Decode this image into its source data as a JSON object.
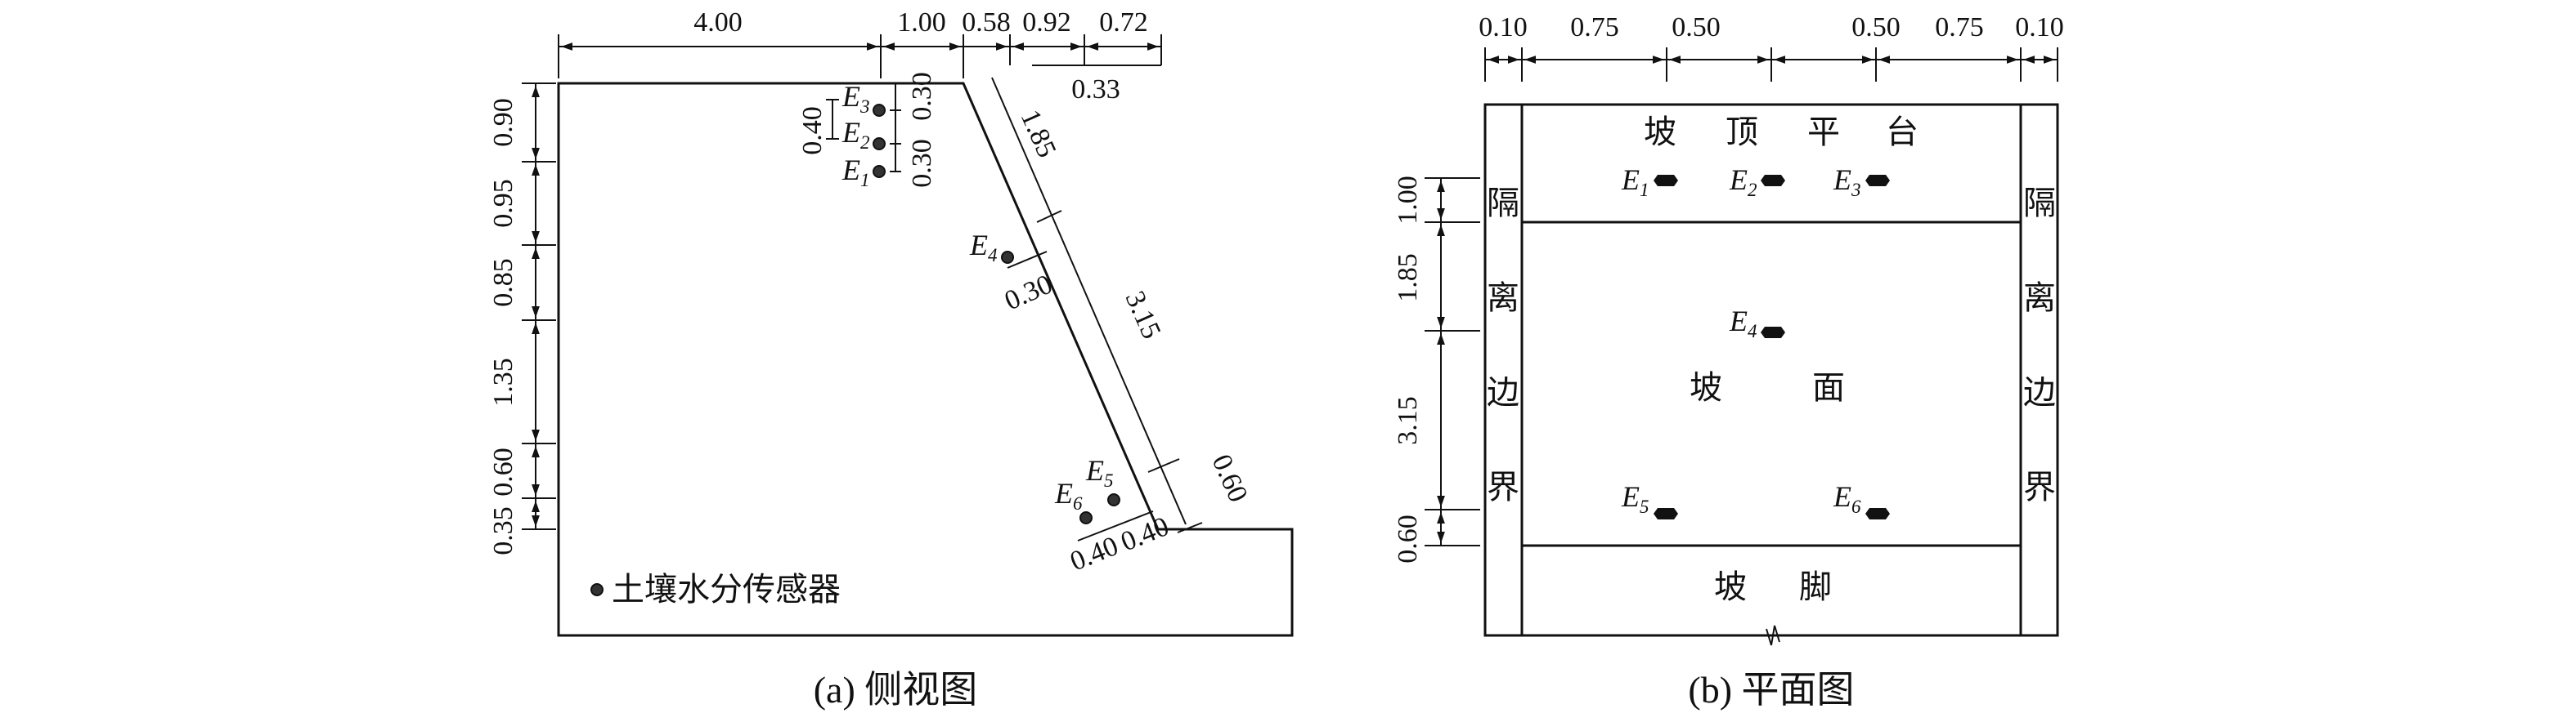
{
  "side_view": {
    "caption": "(a) 侧视图",
    "top_dims": [
      "4.00",
      "1.00",
      "0.58",
      "0.92",
      "0.72"
    ],
    "sub_dim": "0.33",
    "left_dims": [
      "0.90",
      "0.95",
      "0.85",
      "1.35",
      "0.60",
      "0.35"
    ],
    "slope_dims": [
      "1.85",
      "3.15",
      "0.60",
      "0.30"
    ],
    "sensor_dims": [
      "0.40",
      "0.30",
      "0.30"
    ],
    "toe_dims": [
      "0.40",
      "0.40"
    ],
    "sensors": [
      {
        "letter": "E",
        "sub": "3"
      },
      {
        "letter": "E",
        "sub": "2"
      },
      {
        "letter": "E",
        "sub": "1"
      },
      {
        "letter": "E",
        "sub": "4"
      },
      {
        "letter": "E",
        "sub": "5"
      },
      {
        "letter": "E",
        "sub": "6"
      }
    ],
    "legend": "土壤水分传感器"
  },
  "plan_view": {
    "caption": "(b) 平面图",
    "top_dims": [
      "0.10",
      "0.75",
      "0.50",
      "0.50",
      "0.75",
      "0.10"
    ],
    "left_dims": [
      "1.00",
      "1.85",
      "3.15",
      "0.60"
    ],
    "zone_top": [
      "坡",
      "顶",
      "平",
      "台"
    ],
    "zone_mid": [
      "坡",
      "面"
    ],
    "zone_bottom": [
      "坡",
      "脚"
    ],
    "boundary_left": [
      "隔",
      "离",
      "边",
      "界"
    ],
    "boundary_right": [
      "隔",
      "离",
      "边",
      "界"
    ],
    "sensors": [
      {
        "letter": "E",
        "sub": "1"
      },
      {
        "letter": "E",
        "sub": "2"
      },
      {
        "letter": "E",
        "sub": "3"
      },
      {
        "letter": "E",
        "sub": "4"
      },
      {
        "letter": "E",
        "sub": "5"
      },
      {
        "letter": "E",
        "sub": "6"
      }
    ]
  }
}
